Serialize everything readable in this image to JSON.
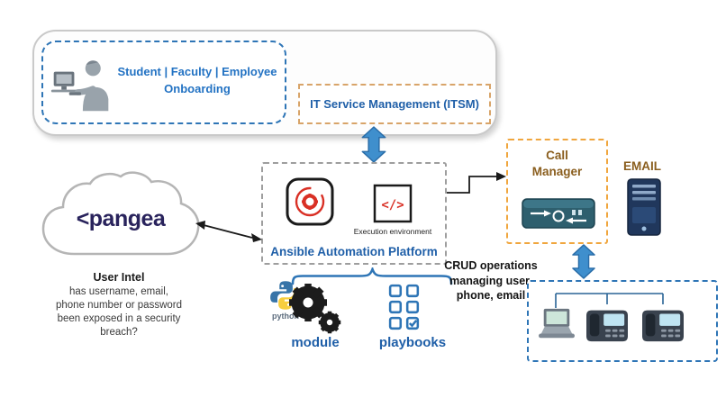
{
  "colors": {
    "text_blue": "#1f5fa8",
    "onboarding_blue": "#2272c3",
    "accent_blue": "#2e75b6",
    "arrow_blue": "#3f8fcd",
    "brown_text": "#8a5e1e",
    "orange_border": "#f0a63e",
    "gray_border": "#9e9e9e",
    "pangea_navy": "#29235c",
    "icon_red": "#d93025"
  },
  "banner": {
    "onboarding_lines": [
      "Student | Faculty | Employee",
      "Onboarding"
    ],
    "itsm_label": "IT Service Management (ITSM)"
  },
  "pangea": {
    "logo_text": "<pangea",
    "intel_title": "User Intel",
    "intel_lines": [
      "has username, email,",
      "phone number or password",
      "been exposed in a security",
      "breach?"
    ]
  },
  "ansible": {
    "exec_env_label": "Execution environment",
    "platform_label": "Ansible Automation Platform",
    "python_label": "python",
    "module_label": "module",
    "playbooks_label": "playbooks"
  },
  "right_side": {
    "call_manager_label": "Call Manager",
    "email_label": "EMAIL",
    "crud_lines": [
      "CRUD operations",
      "managing user,",
      "phone, email"
    ]
  },
  "icons": {
    "exec_env_glyph": "</>"
  }
}
